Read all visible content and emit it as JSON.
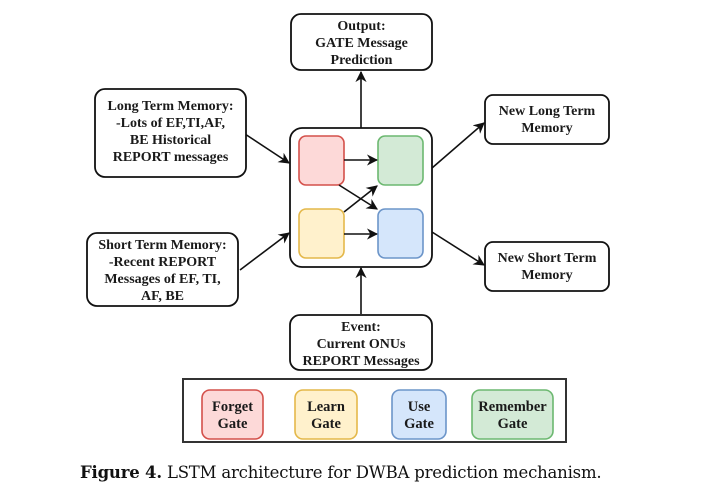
{
  "diagram": {
    "nodes": {
      "output": {
        "lines": [
          "Output:",
          "GATE Message",
          "Prediction"
        ]
      },
      "long_term_memory": {
        "lines": [
          "Long Term Memory:",
          "-Lots of EF,TI,AF,",
          "BE Historical",
          "REPORT messages"
        ]
      },
      "short_term_memory": {
        "lines": [
          "Short Term Memory:",
          "-Recent REPORT",
          "Messages of EF, TI,",
          "AF, BE"
        ]
      },
      "new_long_term_memory": {
        "lines": [
          "New Long Term",
          "Memory"
        ]
      },
      "new_short_term_memory": {
        "lines": [
          "New Short Term",
          "Memory"
        ]
      },
      "event": {
        "lines": [
          "Event:",
          "Current ONUs",
          "REPORT Messages"
        ]
      }
    },
    "gates": {
      "forget": {
        "fill": "#fdd9d8",
        "stroke": "#d4504a"
      },
      "learn": {
        "fill": "#fff1cc",
        "stroke": "#e4b84a"
      },
      "use": {
        "fill": "#d5e6fb",
        "stroke": "#6c95c9"
      },
      "remember": {
        "fill": "#d3ead6",
        "stroke": "#6cb870"
      }
    },
    "edges": [
      [
        "long_term_memory",
        "lstm_cell"
      ],
      [
        "short_term_memory",
        "lstm_cell"
      ],
      [
        "event",
        "lstm_cell"
      ],
      [
        "lstm_cell",
        "output"
      ],
      [
        "lstm_cell",
        "new_long_term_memory"
      ],
      [
        "lstm_cell",
        "new_short_term_memory"
      ],
      [
        "forget",
        "remember"
      ],
      [
        "forget",
        "use"
      ],
      [
        "learn",
        "remember"
      ],
      [
        "learn",
        "use"
      ]
    ]
  },
  "legend": {
    "items": [
      {
        "key": "forget",
        "lines": [
          "Forget",
          "Gate"
        ]
      },
      {
        "key": "learn",
        "lines": [
          "Learn",
          "Gate"
        ]
      },
      {
        "key": "use",
        "lines": [
          "Use",
          "Gate"
        ]
      },
      {
        "key": "remember",
        "lines": [
          "Remember",
          "Gate"
        ]
      }
    ]
  },
  "caption": {
    "label": "Figure 4.",
    "text": "LSTM architecture for DWBA prediction mechanism."
  }
}
